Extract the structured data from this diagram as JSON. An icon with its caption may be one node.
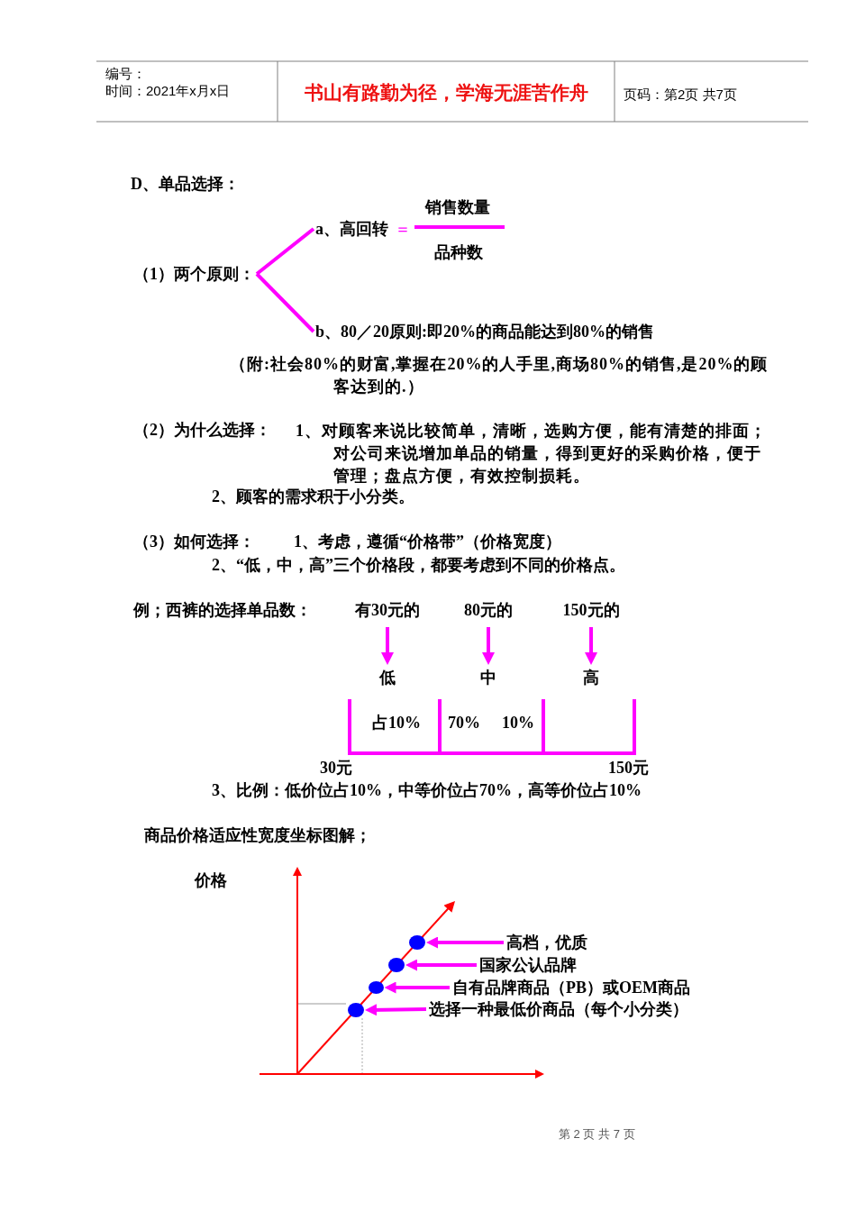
{
  "diagram": {
    "nodes": [
      {
        "text": [
          "（1）两个原则："
        ]
      },
      {
        "text": [
          "a、高回转"
        ]
      },
      {
        "text": [
          "b、80／20原则:即20%的商品能达到80%的销售"
        ]
      },
      {
        "text": [
          "有30元的"
        ]
      },
      {
        "text": [
          "80元的"
        ]
      },
      {
        "text": [
          "150元的"
        ]
      },
      {
        "text": [
          "低"
        ]
      },
      {
        "text": [
          "中"
        ]
      },
      {
        "text": [
          "高"
        ]
      },
      {
        "text": [
          "高档，优质"
        ]
      },
      {
        "text": [
          "国家公认品牌"
        ]
      },
      {
        "text": [
          "自有品牌商品（PB）或OEM商品"
        ]
      },
      {
        "text": [
          "选择一种最低价商品（每个小分类）"
        ]
      },
      {
        "text": [],
        "shape": "circle"
      },
      {
        "text": [],
        "shape": "circle"
      },
      {
        "text": [],
        "shape": "circle"
      },
      {
        "text": [],
        "shape": "circle"
      }
    ],
    "edges": [
      {
        "from": 0,
        "to": 1,
        "arrow": "none"
      },
      {
        "from": 0,
        "to": 2,
        "arrow": "none"
      },
      {
        "from": 3,
        "to": 6,
        "arrow": "to"
      },
      {
        "from": 4,
        "to": 7,
        "arrow": "to"
      },
      {
        "from": 5,
        "to": 8,
        "arrow": "to"
      },
      {
        "from": 9,
        "to": 13,
        "arrow": "to"
      },
      {
        "from": 10,
        "to": 14,
        "arrow": "to"
      },
      {
        "from": 11,
        "to": 15,
        "arrow": "to"
      },
      {
        "from": 12,
        "to": 16,
        "arrow": "to"
      }
    ],
    "labels": [
      "编号：",
      "时间：2021年x月x日",
      "书山有路勤为径，学海无涯苦作舟",
      "页码：第2页 共7页",
      "D、单品选择：",
      "销售数量",
      "＝",
      "品种数",
      "（附:社会80%的财富,掌握在20%的人手里,商场80%的销售,是20%的顾客达到的.）",
      "（2）为什么选择：",
      "1、对顾客来说比较简单，清晰，选购方便，能有清楚的排面；对公司来说增加单品的销量，得到更好的采购价格，便于管理；盘点方便，有效控制损耗。",
      "2、顾客的需求积于小分类。",
      "（3）如何选择：",
      "1、考虑，遵循“价格带”（价格宽度）",
      "2、“低，中，高”三个价格段，都要考虑到不同的价格点。",
      "例；西裤的选择单品数：",
      "占10%",
      "70%",
      "10%",
      "30元",
      "150元",
      "3、比例：低价位占10%，中等价位占70%，高等价位占10%",
      "商品价格适应性宽度坐标图解；",
      "价格",
      "第 2 页 共 7 页"
    ]
  }
}
